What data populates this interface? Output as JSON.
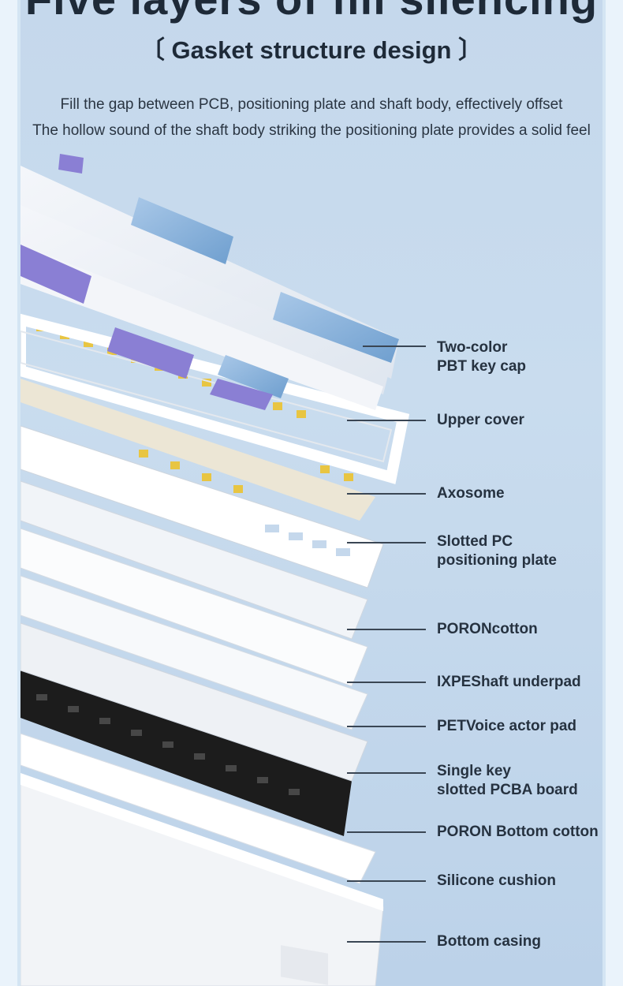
{
  "header": {
    "title": "Five layers of fill silencing",
    "subtitle": "〔 Gasket structure design 〕",
    "description_line1": "Fill the gap between PCB, positioning plate and shaft body, effectively offset",
    "description_line2": "The hollow sound of the shaft body striking the positioning plate provides a solid feel"
  },
  "layers": [
    {
      "line1": "Two-color",
      "line2": "PBT key cap"
    },
    {
      "line1": "Upper cover",
      "line2": ""
    },
    {
      "line1": "Axosome",
      "line2": ""
    },
    {
      "line1": "Slotted PC",
      "line2": "positioning plate"
    },
    {
      "line1": "PORONcotton",
      "line2": ""
    },
    {
      "line1": "IXPEShaft underpad",
      "line2": ""
    },
    {
      "line1": "PETVoice actor pad",
      "line2": ""
    },
    {
      "line1": "Single key",
      "line2": "slotted PCBA board"
    },
    {
      "line1": "PORON Bottom cotton",
      "line2": ""
    },
    {
      "line1": "Silicone cushion",
      "line2": ""
    },
    {
      "line1": "Bottom casing",
      "line2": ""
    }
  ],
  "colors": {
    "background": "#c5d8ec",
    "text": "#263240",
    "keycap_white": "#f4f6f9",
    "keycap_blue": "#7aa8d6",
    "keycap_purple": "#8a7fd4",
    "switch_yellow": "#e8c542",
    "plate_black": "#1c1c1c"
  }
}
